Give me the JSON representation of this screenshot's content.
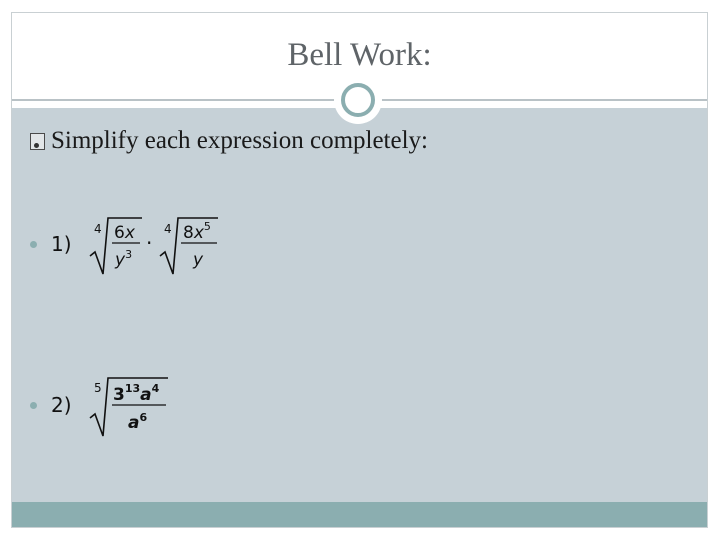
{
  "slide": {
    "title": "Bell Work:",
    "instruction_bullet": "�",
    "instruction": "Simplify each expression completely:"
  },
  "problems": [
    {
      "number": "1)",
      "terms": [
        {
          "index": "4",
          "numerator": [
            "6",
            "x"
          ],
          "denominator": [
            "y",
            "3"
          ]
        },
        {
          "operator": "·"
        },
        {
          "index": "4",
          "numerator": [
            "8",
            "x",
            "5"
          ],
          "denominator": [
            "y"
          ]
        }
      ]
    },
    {
      "number": "2)",
      "terms": [
        {
          "index": "5",
          "numerator": [
            "3",
            "13",
            "a",
            "4"
          ],
          "denominator": [
            "a",
            "6"
          ]
        }
      ]
    }
  ],
  "colors": {
    "content_bg": "#c6d1d7",
    "footer_bar": "#8baeb0",
    "accent_ring": "#8baeb0",
    "title_text": "#5f6468"
  }
}
